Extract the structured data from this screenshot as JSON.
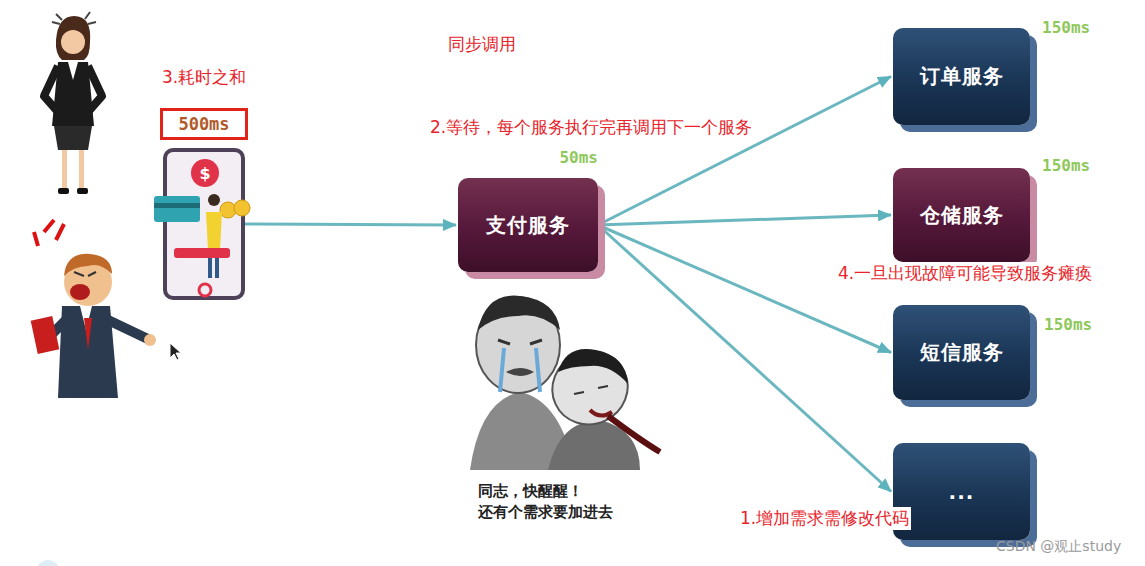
{
  "diagram": {
    "title": "同步调用",
    "nodes": [
      {
        "text": [
          "500ms"
        ]
      },
      {
        "text": [
          "$"
        ]
      },
      {
        "text": [
          "支付服务",
          "50ms"
        ]
      },
      {
        "text": [
          "订单服务",
          "150ms"
        ]
      },
      {
        "text": [
          "仓储服务",
          "150ms"
        ]
      },
      {
        "text": [
          "短信服务",
          "150ms"
        ]
      },
      {
        "text": [
          "..."
        ]
      }
    ],
    "edges": [
      {
        "from": 1,
        "to": 2,
        "arrow": "to"
      },
      {
        "from": 2,
        "to": 3,
        "arrow": "to"
      },
      {
        "from": 2,
        "to": 4,
        "arrow": "to"
      },
      {
        "from": 2,
        "to": 5,
        "arrow": "to"
      },
      {
        "from": 2,
        "to": 6,
        "arrow": "to"
      }
    ],
    "labels": [
      "3.耗时之和",
      "2.等待，每个服务执行完再调用下一个服务",
      "4.一旦出现故障可能导致服务瘫痪",
      "同志，快醒醒！",
      "还有个需求要加进去",
      "1.增加需求需修改代码",
      "CSDN @观止study"
    ]
  }
}
